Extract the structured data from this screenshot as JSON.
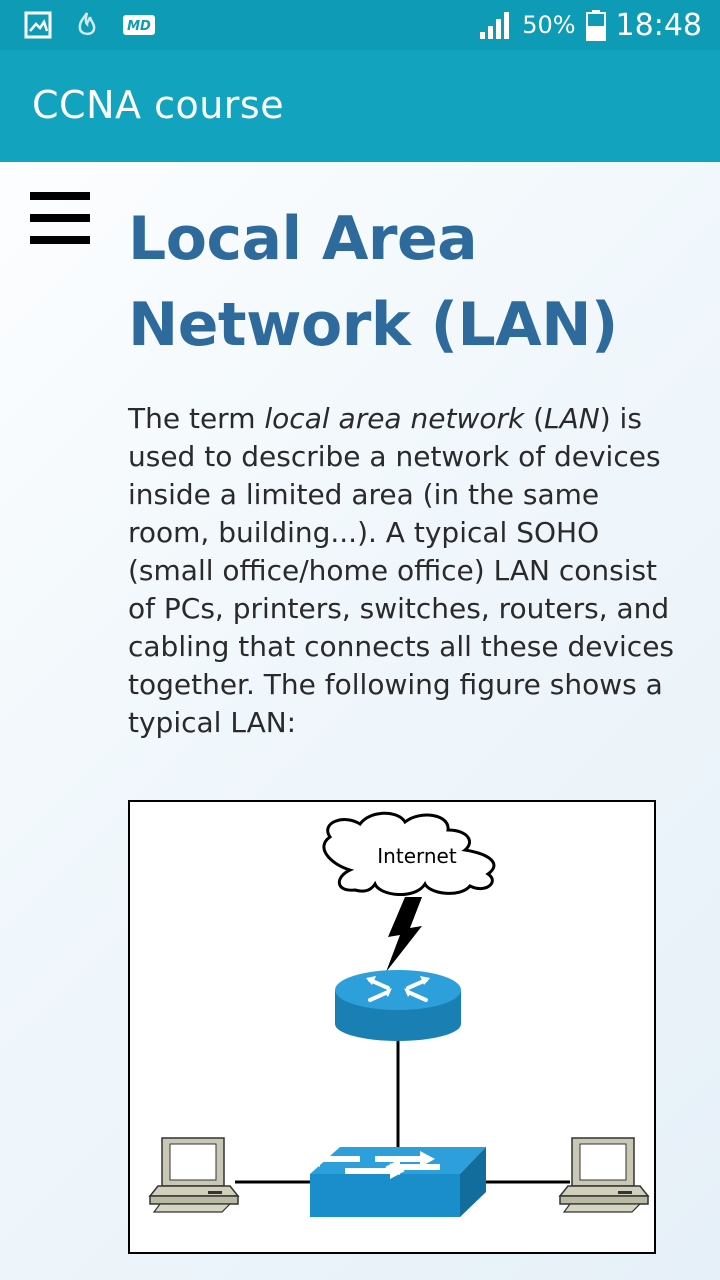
{
  "status_bar": {
    "battery_percent": "50%",
    "time": "18:48",
    "icons": [
      "gallery-icon",
      "flame-icon",
      "md-icon",
      "signal-icon",
      "battery-icon"
    ],
    "md_label": "MD"
  },
  "app_bar": {
    "title": "CCNA course"
  },
  "article": {
    "title_line1": "Local Area",
    "title_line2": "Network (LAN)",
    "para_1": "The term ",
    "para_term": "local area network",
    "para_2": " (",
    "para_abbr": "LAN",
    "para_3": ") is used to describe a network of devices inside a limited area (in the same room, building...). A typical SOHO (small office/home office) LAN  consist of PCs, printers, switches, routers, and cabling that connects all these devices together. The following figure shows a typical LAN:"
  },
  "figure": {
    "cloud_label": "Internet"
  },
  "colors": {
    "status_bar": "#0d9bb5",
    "app_bar": "#12a4bf",
    "title": "#2e6a9b",
    "device_blue": "#1a8ecb"
  }
}
